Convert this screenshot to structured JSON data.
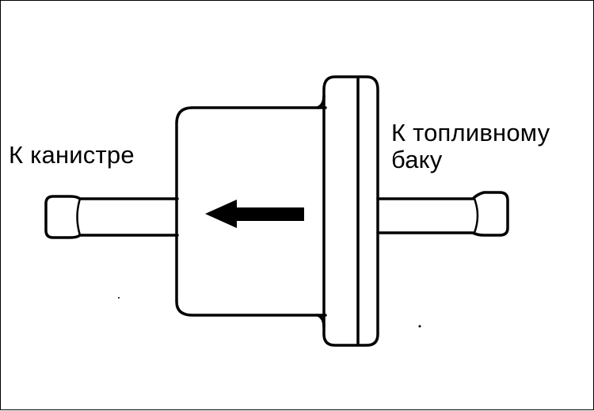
{
  "labels": {
    "left": "К канистре",
    "right_line1": "К топливному",
    "right_line2": "баку"
  },
  "colors": {
    "stroke": "#000000",
    "background": "#ffffff"
  },
  "flow_direction": "right-to-left"
}
